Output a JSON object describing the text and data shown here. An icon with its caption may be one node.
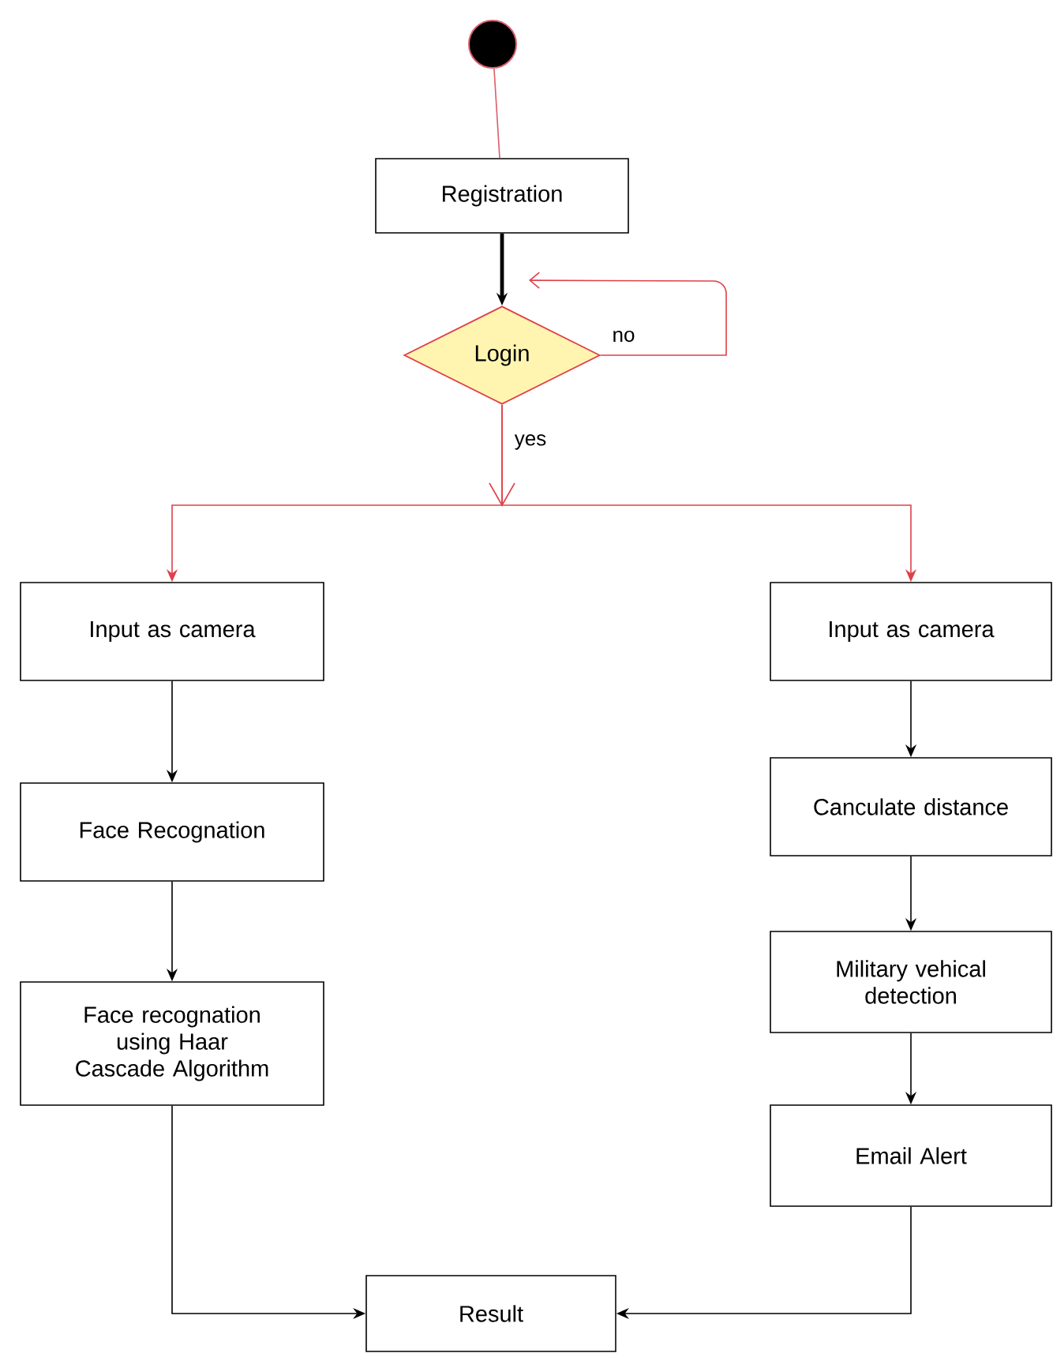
{
  "diagram": {
    "nodes": [
      {
        "text": [],
        "shape": "circle"
      },
      {
        "text": [
          "Registration"
        ]
      },
      {
        "text": [
          "Login"
        ]
      },
      {
        "text": [
          "Input as camera"
        ]
      },
      {
        "text": [
          "Input as camera"
        ]
      },
      {
        "text": [
          "Face Recognation"
        ]
      },
      {
        "text": [
          "Canculate distance"
        ]
      },
      {
        "text": [
          "Face recognation using Haar Cascade Algorithm"
        ]
      },
      {
        "text": [
          "Military vehical detection"
        ]
      },
      {
        "text": [
          "Email Alert"
        ]
      },
      {
        "text": [
          "Result"
        ]
      }
    ],
    "edges": [
      {
        "from": 0,
        "to": 1,
        "arrow": "none",
        "color": "#d9606a"
      },
      {
        "from": 1,
        "to": 2,
        "arrow": "to",
        "style": "thick"
      },
      {
        "from": 2,
        "to": 2,
        "arrow": "to",
        "label": "no",
        "color": "#e0404a"
      },
      {
        "from": 2,
        "to": 3,
        "arrow": "to",
        "label": "yes",
        "color": "#e0404a"
      },
      {
        "from": 2,
        "to": 4,
        "arrow": "to",
        "color": "#e0404a"
      },
      {
        "from": 3,
        "to": 5,
        "arrow": "to"
      },
      {
        "from": 5,
        "to": 7,
        "arrow": "to"
      },
      {
        "from": 4,
        "to": 6,
        "arrow": "to"
      },
      {
        "from": 6,
        "to": 8,
        "arrow": "to"
      },
      {
        "from": 8,
        "to": 9,
        "arrow": "to"
      },
      {
        "from": 7,
        "to": 10,
        "arrow": "to"
      },
      {
        "from": 9,
        "to": 10,
        "arrow": "to"
      }
    ]
  }
}
